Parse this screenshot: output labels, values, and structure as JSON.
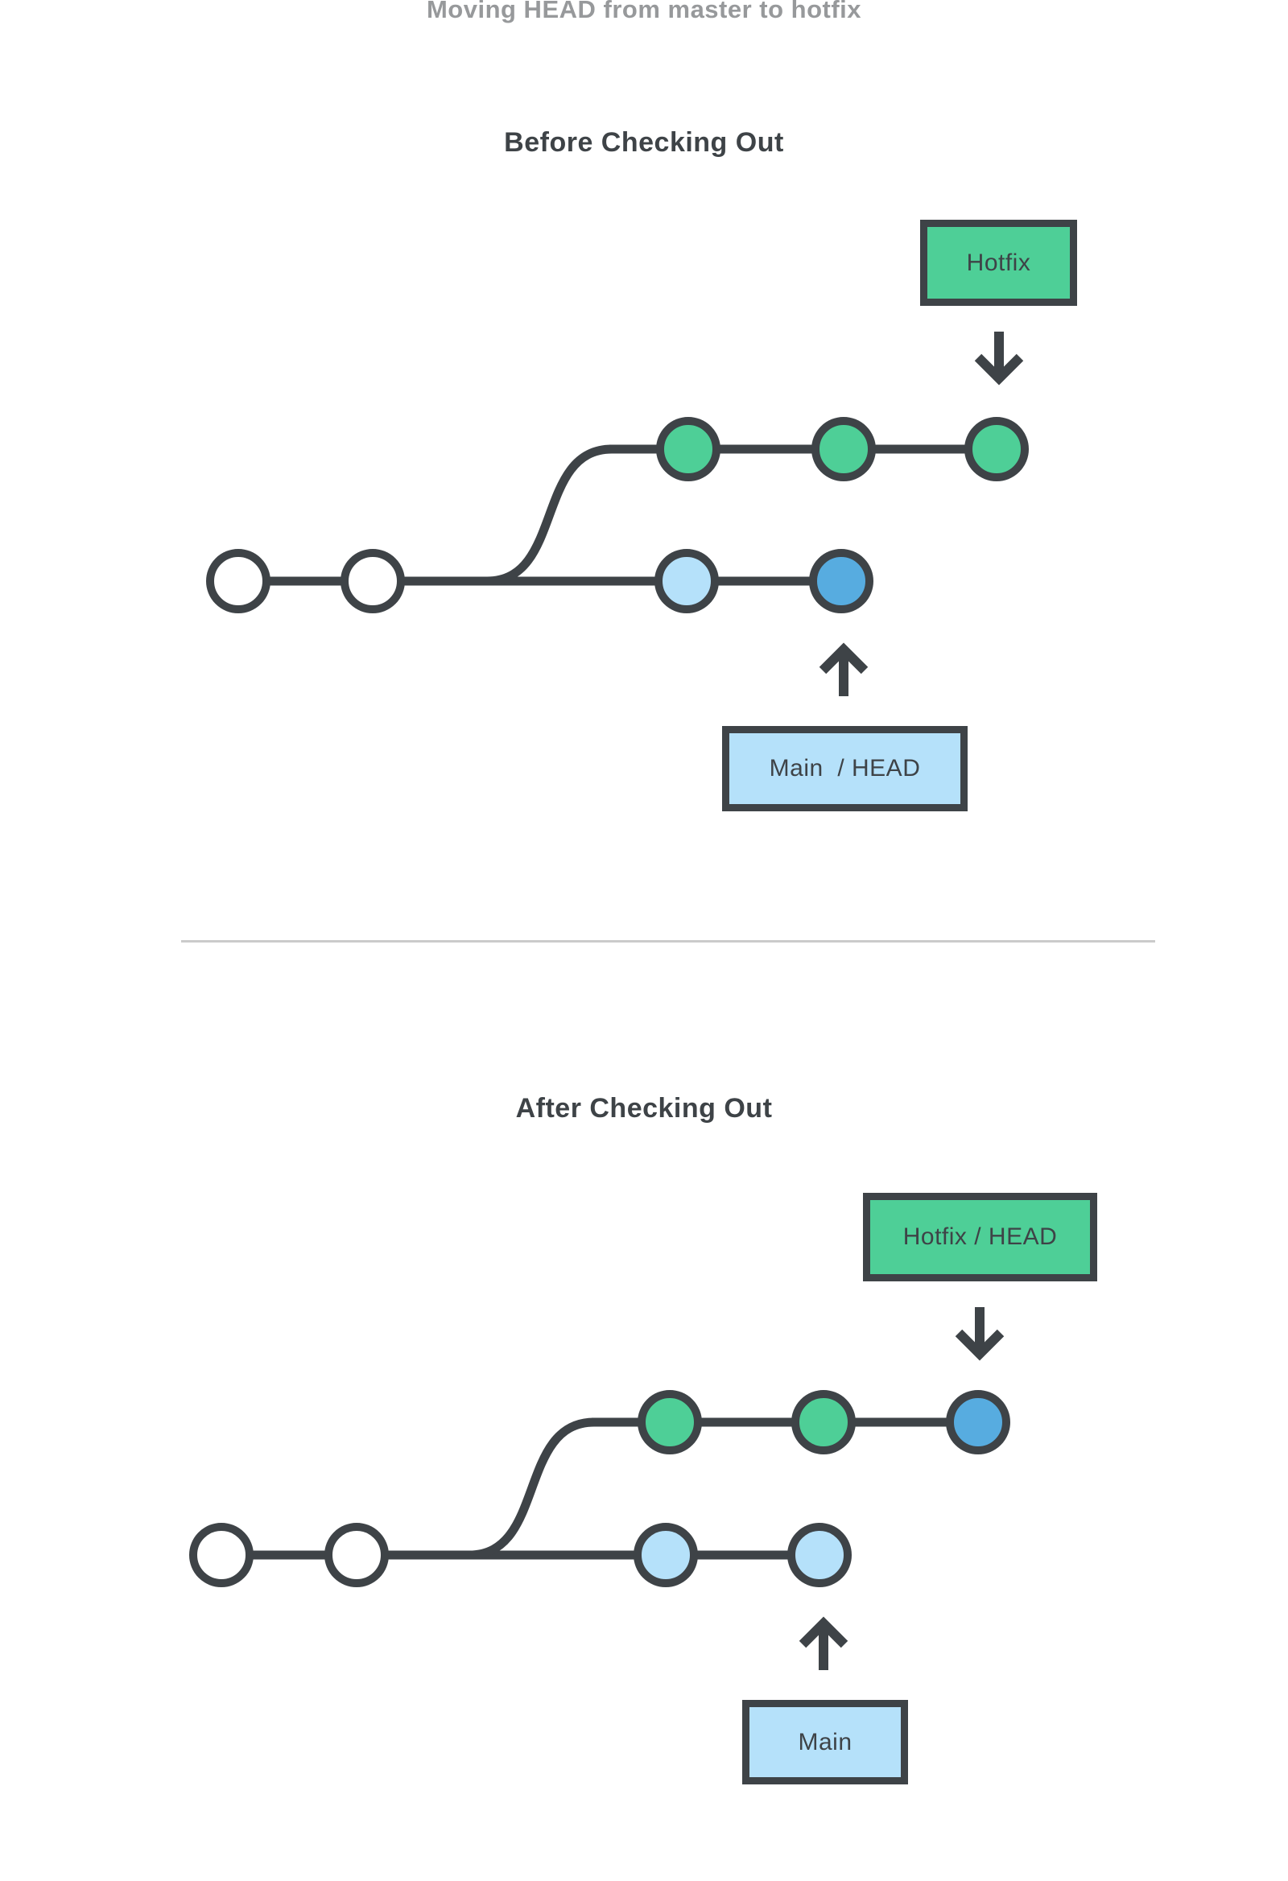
{
  "title": "Moving HEAD from master to hotfix",
  "colors": {
    "outline": "#3E4347",
    "green": "#4ECF97",
    "blue": "#57ACE0",
    "light_blue": "#B5E1FA",
    "title_gray": "#97999B",
    "divider_gray": "#CBCBCB"
  },
  "panels": {
    "before": {
      "heading": "Before Checking Out",
      "branch_box": {
        "label": "Hotfix",
        "color": "green"
      },
      "head_box": {
        "label": "Main  / HEAD",
        "color": "light-blue"
      },
      "hotfix_nodes": [
        "green",
        "green",
        "green"
      ],
      "main_nodes": [
        "white",
        "white",
        "light-blue",
        "blue"
      ]
    },
    "after": {
      "heading": "After Checking Out",
      "branch_box": {
        "label": "Hotfix / HEAD",
        "color": "green"
      },
      "head_box": {
        "label": "Main",
        "color": "light-blue"
      },
      "hotfix_nodes": [
        "green",
        "green",
        "blue"
      ],
      "main_nodes": [
        "white",
        "white",
        "light-blue",
        "light-blue"
      ]
    }
  }
}
